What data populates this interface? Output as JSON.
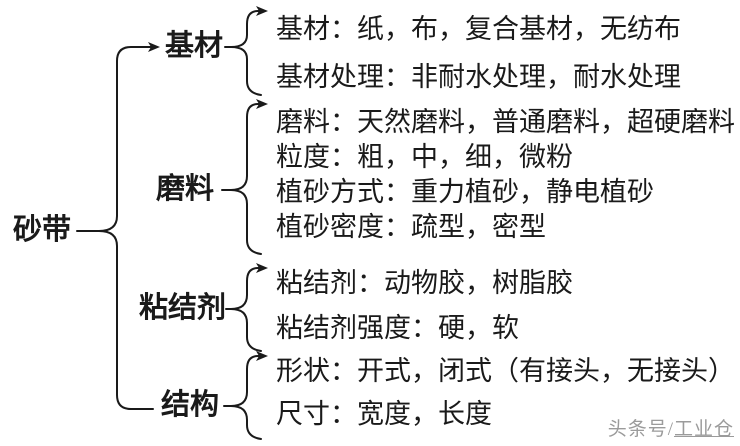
{
  "root": {
    "label": "砂带"
  },
  "groups": [
    {
      "label": "基材",
      "items": [
        "基材：纸，布，复合基材，无纺布",
        "基材处理：非耐水处理，耐水处理"
      ]
    },
    {
      "label": "磨料",
      "items": [
        "磨料：天然磨料，普通磨料，超硬磨料",
        "粒度：粗，中，细，微粉",
        "植砂方式：重力植砂，静电植砂",
        "植砂密度：疏型，密型"
      ]
    },
    {
      "label": "粘结剂",
      "items": [
        "粘结剂：动物胶，树脂胶",
        "粘结剂强度：硬，软"
      ]
    },
    {
      "label": "结构",
      "items": [
        "形状：开式，闭式（有接头，无接头）",
        "尺寸：宽度，长度"
      ]
    }
  ],
  "watermark": {
    "prefix": "头条号/",
    "name": "工业仓"
  },
  "colors": {
    "text": "#1a1a1a",
    "line": "#1a1a1a",
    "watermark": "#9b9b9b",
    "background": "#ffffff"
  }
}
